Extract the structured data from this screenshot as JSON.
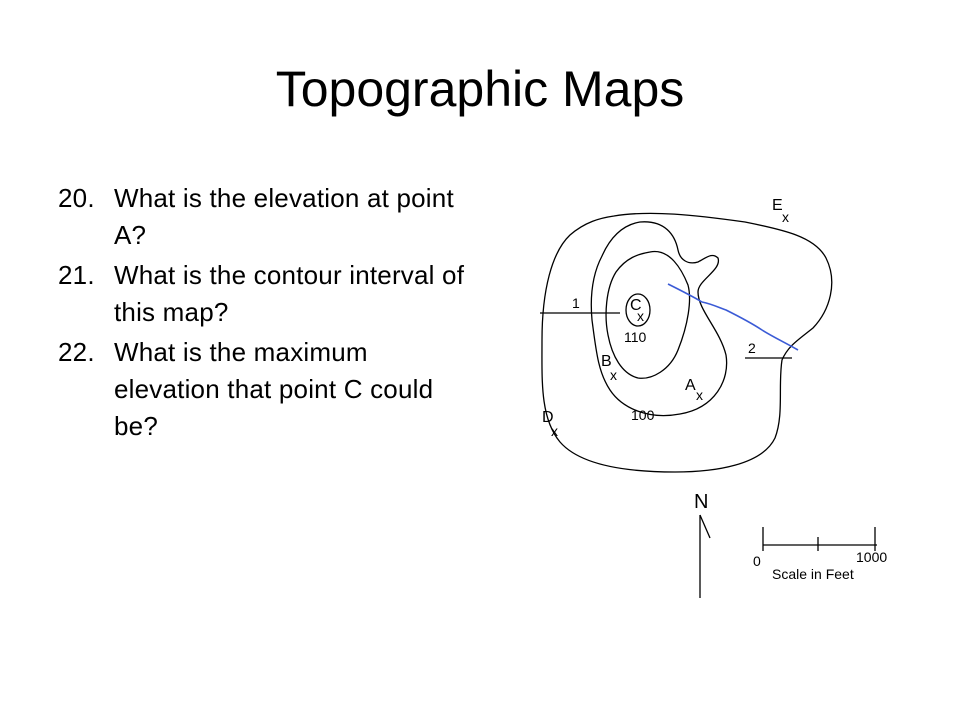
{
  "slide": {
    "title": "Topographic Maps"
  },
  "questions": [
    {
      "number": "20.",
      "text": "What is the elevation at point A?"
    },
    {
      "number": "21.",
      "text": "What is the contour interval of this map?"
    },
    {
      "number": "22.",
      "text": "What is the maximum elevation that point C could be?"
    }
  ],
  "map": {
    "points": {
      "E": {
        "letter": "E",
        "mark": "x"
      },
      "C": {
        "letter": "C",
        "mark": "x"
      },
      "B": {
        "letter": "B",
        "mark": "x"
      },
      "A": {
        "letter": "A",
        "mark": "x"
      },
      "D": {
        "letter": "D",
        "mark": "x"
      }
    },
    "contour_labels": {
      "inner": "110",
      "outer": "100"
    },
    "profile_lines": {
      "first": "1",
      "second": "2"
    },
    "north_label": "N",
    "scale": {
      "start": "0",
      "end": "1000",
      "caption": "Scale in Feet"
    },
    "colors": {
      "stream": "#3b5bd6",
      "ink": "#000000"
    }
  }
}
